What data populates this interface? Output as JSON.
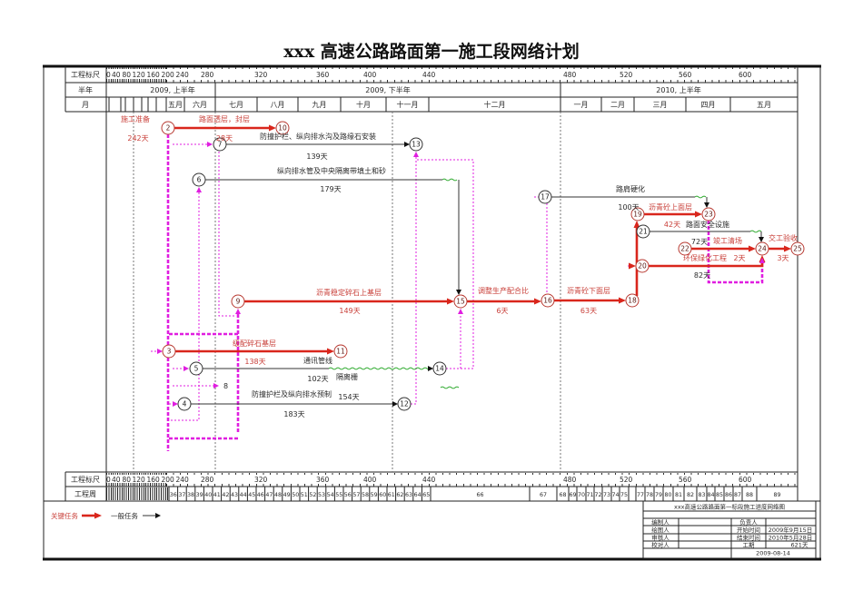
{
  "title": "xxx 高速公路路面第一施工段网络计划",
  "colors": {
    "critical": "#d9261c",
    "critical_text": "#c9403a",
    "dummy": "#e01ee0",
    "free_float": "#2eaa2e",
    "normal": "#333333",
    "guide": "#777777"
  },
  "scale": {
    "marks": [
      "0",
      "40",
      "80",
      "120",
      "160",
      "200",
      "240",
      "280",
      "320",
      "360",
      "400",
      "440",
      "480",
      "520",
      "560",
      "600"
    ]
  },
  "header": {
    "row_labels": {
      "ruler": "工程标尺",
      "half_year": "半年",
      "month": "月"
    },
    "half_years": [
      "2009, 上半年",
      "2009, 下半年",
      "2010, 上半年"
    ],
    "months": [
      "五月",
      "六月",
      "七月",
      "八月",
      "九月",
      "十月",
      "十一月",
      "十二月",
      "一月",
      "二月",
      "三月",
      "四月",
      "五月"
    ]
  },
  "footer": {
    "row_labels": {
      "ruler": "工程标尺",
      "week": "工程周"
    },
    "weeks": [
      "36",
      "37",
      "38",
      "39",
      "40",
      "41",
      "42",
      "43",
      "44",
      "45",
      "46",
      "47",
      "48",
      "49",
      "50",
      "51",
      "52",
      "53",
      "54",
      "55",
      "56",
      "57",
      "58",
      "59",
      "60",
      "61",
      "62",
      "63",
      "64",
      "65",
      "66",
      "67",
      "68",
      "69",
      "70",
      "71",
      "72",
      "73",
      "74",
      "75",
      "77",
      "78",
      "79",
      "80",
      "81",
      "82",
      "83",
      "84",
      "85",
      "86",
      "87",
      "88",
      "89"
    ]
  },
  "nodes": [
    {
      "id": "2",
      "critical": true
    },
    {
      "id": "10",
      "critical": true
    },
    {
      "id": "7",
      "critical": false
    },
    {
      "id": "13",
      "critical": false
    },
    {
      "id": "6",
      "critical": false
    },
    {
      "id": "9",
      "critical": true
    },
    {
      "id": "15",
      "critical": true
    },
    {
      "id": "16",
      "critical": true
    },
    {
      "id": "17",
      "critical": false
    },
    {
      "id": "18",
      "critical": true
    },
    {
      "id": "19",
      "critical": true
    },
    {
      "id": "23",
      "critical": true
    },
    {
      "id": "21",
      "critical": false
    },
    {
      "id": "22",
      "critical": true
    },
    {
      "id": "24",
      "critical": true
    },
    {
      "id": "25",
      "critical": true
    },
    {
      "id": "20",
      "critical": true
    },
    {
      "id": "3",
      "critical": true
    },
    {
      "id": "11",
      "critical": true
    },
    {
      "id": "5",
      "critical": false
    },
    {
      "id": "14",
      "critical": false
    },
    {
      "id": "4",
      "critical": false
    },
    {
      "id": "12",
      "critical": false
    }
  ],
  "node_8_label": "8",
  "tasks": [
    {
      "name": "施工准备",
      "duration": "242天",
      "critical": true
    },
    {
      "name": "路面透层，封层",
      "duration": "28天",
      "critical": true
    },
    {
      "name": "防撞护栏、纵向排水沟及路缘石安装",
      "duration": "139天",
      "critical": false
    },
    {
      "name": "纵向排水管及中央隔离带填土和砂",
      "duration": "179天",
      "critical": false
    },
    {
      "name": "沥青稳定碎石上基层",
      "duration": "149天",
      "critical": true
    },
    {
      "name": "调整生产配合比",
      "duration": "6天",
      "critical": true
    },
    {
      "name": "沥青砼下面层",
      "duration": "63天",
      "critical": true
    },
    {
      "name": "路肩硬化",
      "duration": "100天",
      "critical": false
    },
    {
      "name": "沥青砼上面层",
      "duration": "42天",
      "critical": true
    },
    {
      "name": "路面安全设施",
      "duration": "72天",
      "critical": false
    },
    {
      "name": "竣工清场",
      "duration": "2天",
      "critical": true
    },
    {
      "name": "环保绿化工程",
      "duration": "82天",
      "critical": true
    },
    {
      "name": "交工验收",
      "duration": "3天",
      "critical": true
    },
    {
      "name": "级配碎石基层",
      "duration": "138天",
      "critical": true
    },
    {
      "name": "通讯管线",
      "duration": "102天",
      "critical": false
    },
    {
      "name": "防撞护栏及纵向排水预制",
      "duration": "183天",
      "critical": false
    },
    {
      "name": "隔离栅",
      "duration": "154天",
      "critical": false
    }
  ],
  "legend": {
    "critical": "关键任务",
    "normal": "一般任务"
  },
  "title_block": {
    "heading": "xxx高速公路路面第一标段施工进度网络图",
    "compiled_by_label": "编制人",
    "drawn_by_label": "绘图人",
    "reviewed_by_label": "审核人",
    "checked_by_label": "校对人",
    "responsible_label": "负责人",
    "start_label": "开始时间",
    "start_value": "2009年9月15日",
    "end_label": "结束时间",
    "end_value": "2010年5月28日",
    "duration_label": "工期",
    "duration_value": "621天",
    "date": "2009-08-14"
  }
}
